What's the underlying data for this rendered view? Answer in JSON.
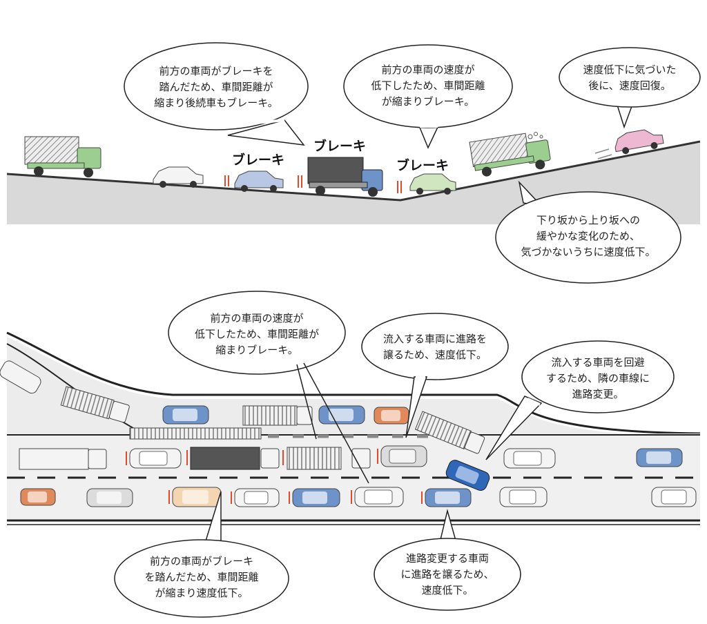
{
  "top_scene": {
    "brake_labels": [
      "ブレーキ",
      "ブレーキ",
      "ブレーキ"
    ],
    "bubbles": [
      {
        "lines": [
          "前方の車両がブレーキを",
          "踏んだため、車間距離が",
          "縮まり後続車もブレーキ。"
        ]
      },
      {
        "lines": [
          "前方の車両の速度が",
          "低下したため、車間距離",
          "が縮まりブレーキ。"
        ]
      },
      {
        "lines": [
          "速度低下に気づいた",
          "後に、速度回復。"
        ]
      },
      {
        "lines": [
          "下り坂から上り坂への",
          "緩やかな変化のため、",
          "気づかないうちに速度低下。"
        ]
      }
    ]
  },
  "bottom_scene": {
    "bubbles": [
      {
        "lines": [
          "前方の車両の速度が",
          "低下したため、車間距離が",
          "縮まりブレーキ。"
        ]
      },
      {
        "lines": [
          "流入する車両に進路を",
          "譲るため、速度低下。"
        ]
      },
      {
        "lines": [
          "流入する車両を回避",
          "するため、隣の車線に",
          "進路変更。"
        ]
      },
      {
        "lines": [
          "前方の車両がブレーキ",
          "を踏んだため、車間距離",
          "が縮まり速度低下。"
        ]
      },
      {
        "lines": [
          "進路変更する車両",
          "に進路を譲るため、",
          "速度低下。"
        ]
      }
    ]
  },
  "colors": {
    "ground": "#d9d9d9",
    "truck_cab": "#9ccf8f",
    "blue_car": "#6d93c9",
    "orange_car": "#e08a5c",
    "pink_car": "#eeb7d2",
    "beige_car": "#f3d6b1",
    "merge_car": "#2e66b8",
    "brake_light": "#e04a2a"
  }
}
